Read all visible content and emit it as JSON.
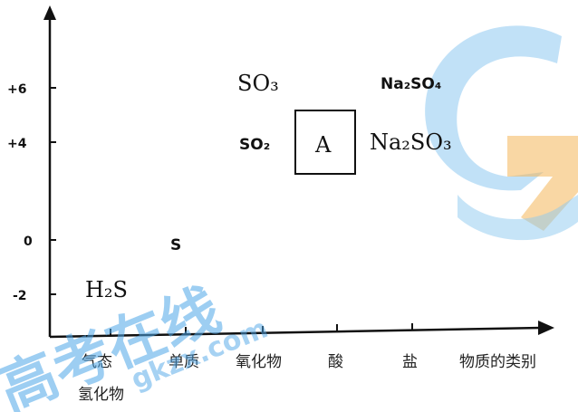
{
  "y_ticks": [
    {
      "value": 6,
      "label": "+6"
    },
    {
      "value": 4,
      "label": "+4"
    },
    {
      "value": 0,
      "label": "0"
    },
    {
      "value": -2,
      "label": "-2"
    }
  ],
  "x_categories": [
    "气态\n氢化物",
    "单质",
    "氧化物",
    "酸",
    "盐"
  ],
  "x_axis_label": "物质的类别",
  "substances": {
    "h2s": "H₂S",
    "s": "S",
    "so3": "SO₃",
    "so2": "SO₂",
    "a": "A",
    "na2so4": "Na₂SO₄",
    "na2so3": "Na₂SO₃"
  },
  "watermark": {
    "text": "高考在线",
    "url": "gkzx.com",
    "color": "#4da6e8"
  }
}
